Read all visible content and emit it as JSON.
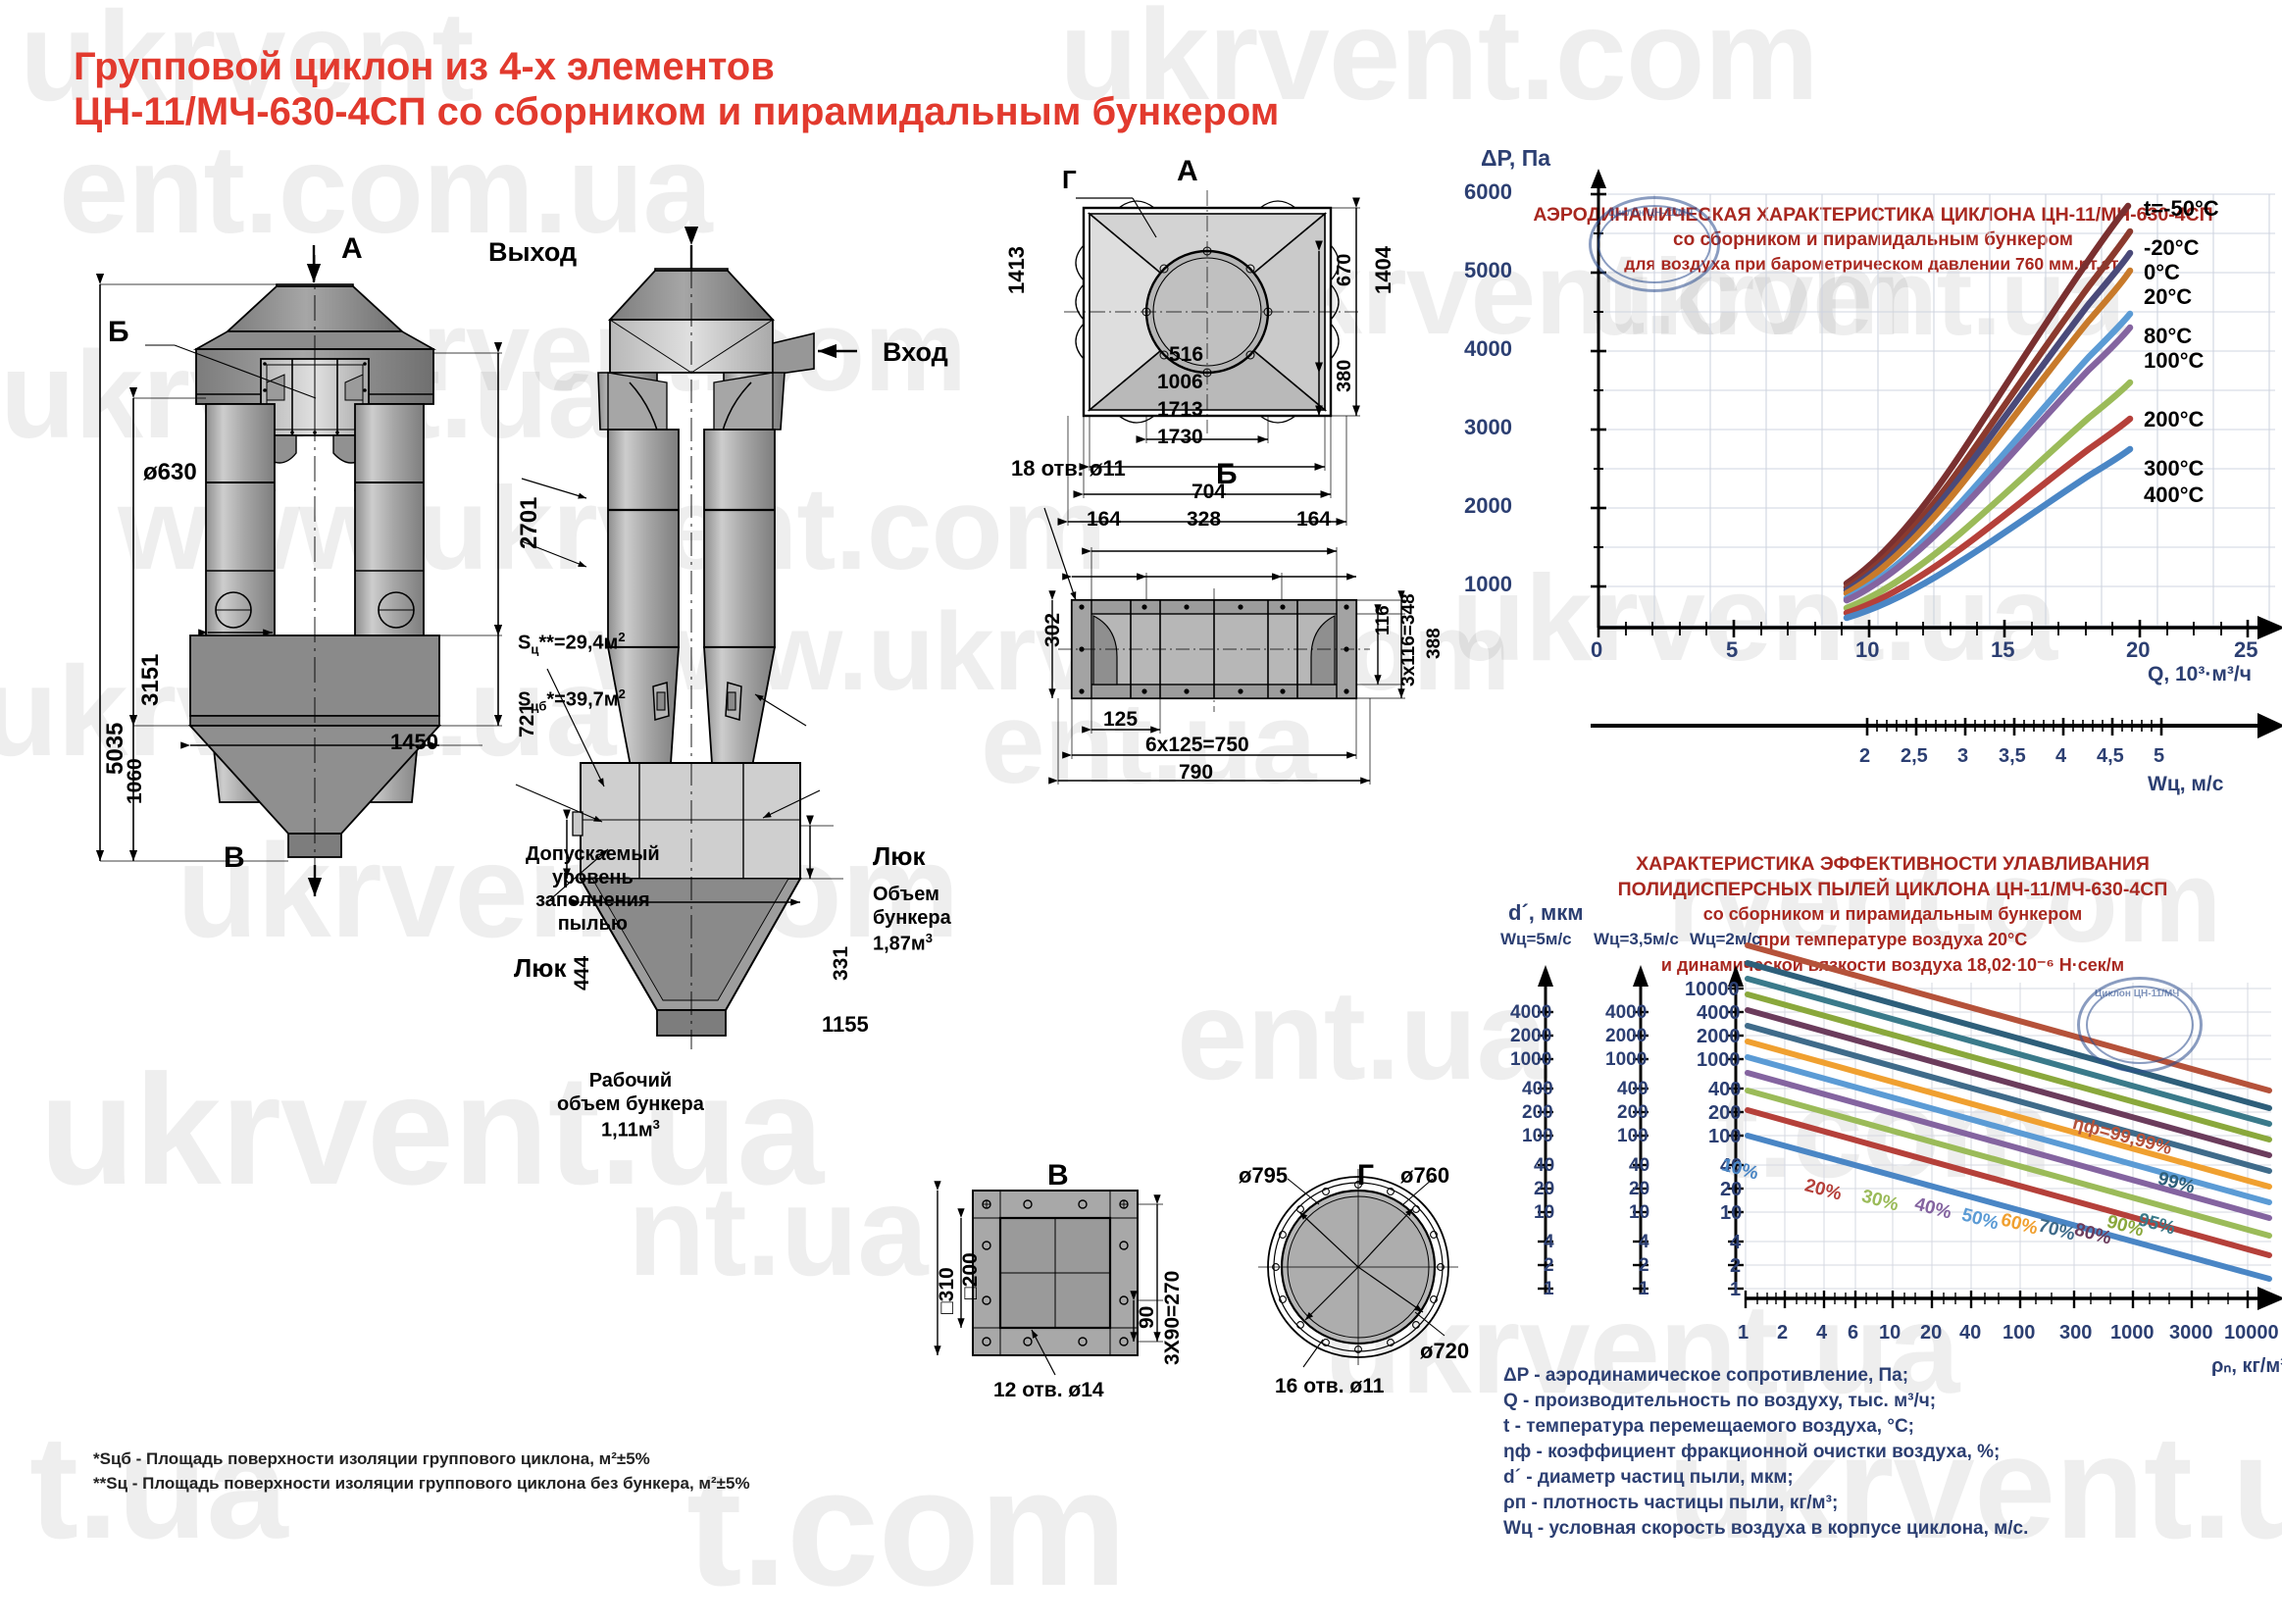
{
  "title": {
    "line1": "Групповой циклон из 4-х элементов",
    "line2": "ЦН-11/МЧ-630-4СП со сборником и пирамидальным бункером",
    "color": "#e23a2e"
  },
  "watermarks": [
    "ukrvent.com",
    "ukrvent.ua",
    "www.ukrvent.com",
    "www.ukrvent.ua",
    "ukrvent.com.ua",
    "t.com",
    "t.ua"
  ],
  "main_view": {
    "section_letter_top": "А",
    "section_letter_b": "Б",
    "section_letter_v": "В",
    "dims": {
      "total_height": "5035",
      "height_3151": "3151",
      "height_2701": "2701",
      "diameter": "ø630",
      "h_721": "721",
      "h_1060": "1060",
      "w_1450": "1450"
    }
  },
  "middle_view": {
    "outlet_label": "Выход",
    "inlet_label": "Вход",
    "area_cyclone": "Sц**=29,4м²",
    "area_cyclone_bunker": "Sцб*=39,7м²",
    "fill_level_label": "Допускаемый\nуровень\nзаполнения\nпылью",
    "hatch_left": "Люк",
    "hatch_right": "Люк",
    "bunker_volume": "Объем\nбункера\n1,87м³",
    "working_volume": "Рабочий\nобъем бункера\n1,11м³",
    "dims": {
      "d_444": "444",
      "d_331": "331",
      "d_1155": "1155"
    }
  },
  "view_a": {
    "label": "А",
    "sub_label": "Г",
    "dims": {
      "v1413": "1413",
      "v1404": "1404",
      "v670": "670",
      "v380": "380",
      "h516": "516",
      "h1006": "1006",
      "h1713": "1713",
      "h1730": "1730"
    }
  },
  "view_b": {
    "label": "Б",
    "holes": "18 отв. ø11",
    "dims": {
      "h704": "704",
      "h164a": "164",
      "h328": "328",
      "h164b": "164",
      "v302": "302",
      "v116": "116",
      "v348": "3х116=348",
      "v388": "388",
      "h125": "125",
      "h750": "6х125=750",
      "h790": "790"
    }
  },
  "view_v": {
    "label": "В",
    "holes": "12 отв. ø14",
    "dims": {
      "v310": "□310",
      "v200": "□200",
      "v90": "90",
      "v270": "3Х90=270"
    }
  },
  "view_g": {
    "label": "Г",
    "holes": "16 отв. ø11",
    "dims": {
      "d795": "ø795",
      "d760": "ø760",
      "d720": "ø720"
    }
  },
  "footnotes": [
    "*Sцб - Площадь поверхности изоляции группового циклона, м²±5%",
    "**Sц - Площадь поверхности изоляции группового циклона без бункера, м²±5%"
  ],
  "stamp_text": "Циклон ЦН-11/МЧ",
  "chart_data": [
    {
      "id": "aerodynamic",
      "type": "line",
      "title": "АЭРОДИНАМИЧЕСКАЯ  ХАРАКТЕРИСТИКА  ЦИКЛОНА ЦН-11/МЧ-630-4СП",
      "subtitle": "со сборником и пирамидальным бункером",
      "subtitle2": "для воздуха при барометрическом давлении 760 мм.рт.ст.",
      "ylabel": "ΔP, Па",
      "xlabel": "Q, 10³·м³/ч",
      "xlabel2": "Wц, м/с",
      "ylim": [
        0,
        6500
      ],
      "yticks": [
        1000,
        2000,
        3000,
        4000,
        5000,
        6000
      ],
      "xlim": [
        0,
        26
      ],
      "xticks": [
        0,
        5,
        10,
        15,
        20,
        25
      ],
      "secondary_xticks": [
        "2",
        "2,5",
        "3",
        "3,5",
        "4",
        "4,5",
        "5"
      ],
      "grid": true,
      "series": [
        {
          "name": "t=-50°C",
          "color": "#7a3030",
          "x": [
            9,
            11,
            13,
            15,
            17,
            19,
            21,
            22.3
          ],
          "y": [
            850,
            1400,
            2050,
            2800,
            3650,
            4500,
            5250,
            5500
          ]
        },
        {
          "name": "-20°C",
          "color": "#8b3a2e",
          "x": [
            9,
            11,
            13,
            15,
            17,
            19,
            21,
            22.3
          ],
          "y": [
            800,
            1300,
            1900,
            2600,
            3400,
            4200,
            4900,
            5150
          ]
        },
        {
          "name": "0°C",
          "color": "#4a4a7a",
          "x": [
            9,
            11,
            13,
            15,
            17,
            19,
            21,
            22.3
          ],
          "y": [
            760,
            1240,
            1810,
            2470,
            3230,
            4000,
            4660,
            4900
          ]
        },
        {
          "name": "20°C",
          "color": "#c87a2a",
          "x": [
            9,
            11,
            13,
            15,
            17,
            19,
            21,
            22.3
          ],
          "y": [
            720,
            1180,
            1720,
            2350,
            3080,
            3800,
            4430,
            4660
          ]
        },
        {
          "name": "80°C",
          "color": "#5b9bd5",
          "x": [
            9,
            11,
            13,
            15,
            17,
            19,
            21,
            22.3
          ],
          "y": [
            640,
            1040,
            1520,
            2080,
            2720,
            3360,
            3910,
            4110
          ]
        },
        {
          "name": "100°C",
          "color": "#8464a0",
          "x": [
            9,
            11,
            13,
            15,
            17,
            19,
            21,
            22.3
          ],
          "y": [
            610,
            1000,
            1460,
            1990,
            2600,
            3210,
            3740,
            3930
          ]
        },
        {
          "name": "200°C",
          "color": "#9bbb59",
          "x": [
            9,
            11,
            13,
            15,
            17,
            19,
            21,
            22.3
          ],
          "y": [
            500,
            820,
            1200,
            1640,
            2140,
            2640,
            3080,
            3240
          ]
        },
        {
          "name": "300°C",
          "color": "#b5403a",
          "x": [
            9,
            11,
            13,
            15,
            17,
            19,
            21,
            22.3
          ],
          "y": [
            430,
            700,
            1020,
            1400,
            1830,
            2260,
            2630,
            2770
          ]
        },
        {
          "name": "400°C",
          "color": "#4a86c5",
          "x": [
            9,
            11,
            13,
            15,
            17,
            19,
            21,
            22.3
          ],
          "y": [
            370,
            610,
            890,
            1220,
            1590,
            1960,
            2290,
            2410
          ]
        }
      ]
    },
    {
      "id": "efficiency",
      "type": "line",
      "title": "ХАРАКТЕРИСТИКА  ЭФФЕКТИВНОСТИ УЛАВЛИВАНИЯ",
      "title2": "ПОЛИДИСПЕРСНЫХ ПЫЛЕЙ ЦИКЛОНА ЦН-11/МЧ-630-4СП",
      "subtitle": "со сборником и пирамидальным бункером",
      "subtitle2": "при температуре воздуха 20°C",
      "subtitle3": "и динамической вязкости воздуха  18,02·10⁻⁶ Н·сек/м",
      "ylabel": "d´, мкм",
      "xlabel": "ρₙ, кг/м³",
      "yaxis_scales": [
        "Wц=5м/с",
        "Wц=3,5м/с",
        "Wц=2м/с"
      ],
      "yticks_main": [
        "10000",
        "4000",
        "2000",
        "1000",
        "400",
        "200",
        "100",
        "40",
        "20",
        "10",
        "4",
        "2",
        "1"
      ],
      "yticks_mid": [
        "4000",
        "2000",
        "1000",
        "400",
        "200",
        "100",
        "40",
        "20",
        "10",
        "4",
        "2",
        "1"
      ],
      "yticks_left": [
        "4000",
        "2000",
        "1000",
        "400",
        "200",
        "100",
        "40",
        "20",
        "10",
        "4",
        "2",
        "1"
      ],
      "xticks": [
        "1",
        "2",
        "4",
        "6",
        "10",
        "20",
        "40",
        "100",
        "300",
        "1000",
        "3000",
        "10000"
      ],
      "grid": true,
      "series": [
        {
          "name": "10%",
          "color": "#4a86c5"
        },
        {
          "name": "20%",
          "color": "#b5403a"
        },
        {
          "name": "30%",
          "color": "#9bbb59"
        },
        {
          "name": "40%",
          "color": "#8464a0"
        },
        {
          "name": "50%",
          "color": "#5b9bd5"
        },
        {
          "name": "60%",
          "color": "#f0a030"
        },
        {
          "name": "70%",
          "color": "#3f6b8a"
        },
        {
          "name": "80%",
          "color": "#6b3c5c"
        },
        {
          "name": "90%",
          "color": "#8aa83c"
        },
        {
          "name": "95%",
          "color": "#3a7a8a"
        },
        {
          "name": "99%",
          "color": "#2e5f7a"
        },
        {
          "name": "ηф=99,99%",
          "color": "#b5523a"
        }
      ]
    }
  ],
  "legend": [
    "ΔP - аэродинамическое сопротивление, Па;",
    "Q - производительность по воздуху, тыс. м³/ч;",
    "t - температура перемещаемого воздуха, °C;",
    "ηф - коэффициент фракционной очистки воздуха, %;",
    "d´ - диаметр частиц пыли, мкм;",
    "ρп - плотность частицы пыли, кг/м³;",
    "Wц - условная скорость воздуха в корпусе циклона, м/с."
  ]
}
